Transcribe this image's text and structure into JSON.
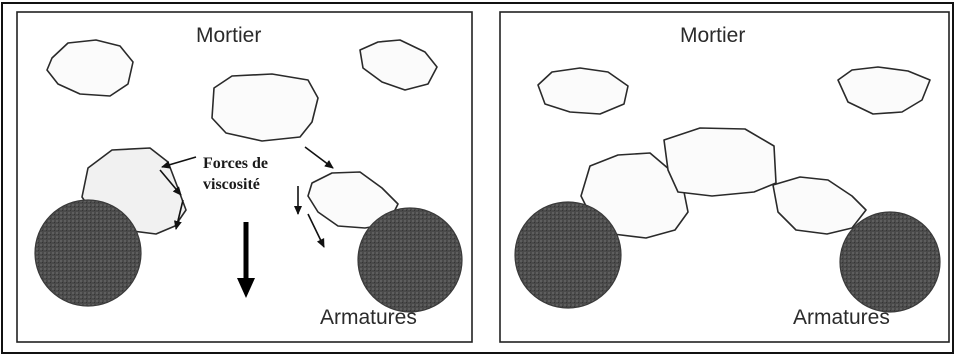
{
  "figure": {
    "left_panel": {
      "top_label": "Mortier",
      "bottom_label": "Armatures",
      "annotation_line1": "Forces de",
      "annotation_line2": "viscosité"
    },
    "right_panel": {
      "top_label": "Mortier",
      "bottom_label": "Armatures"
    }
  }
}
